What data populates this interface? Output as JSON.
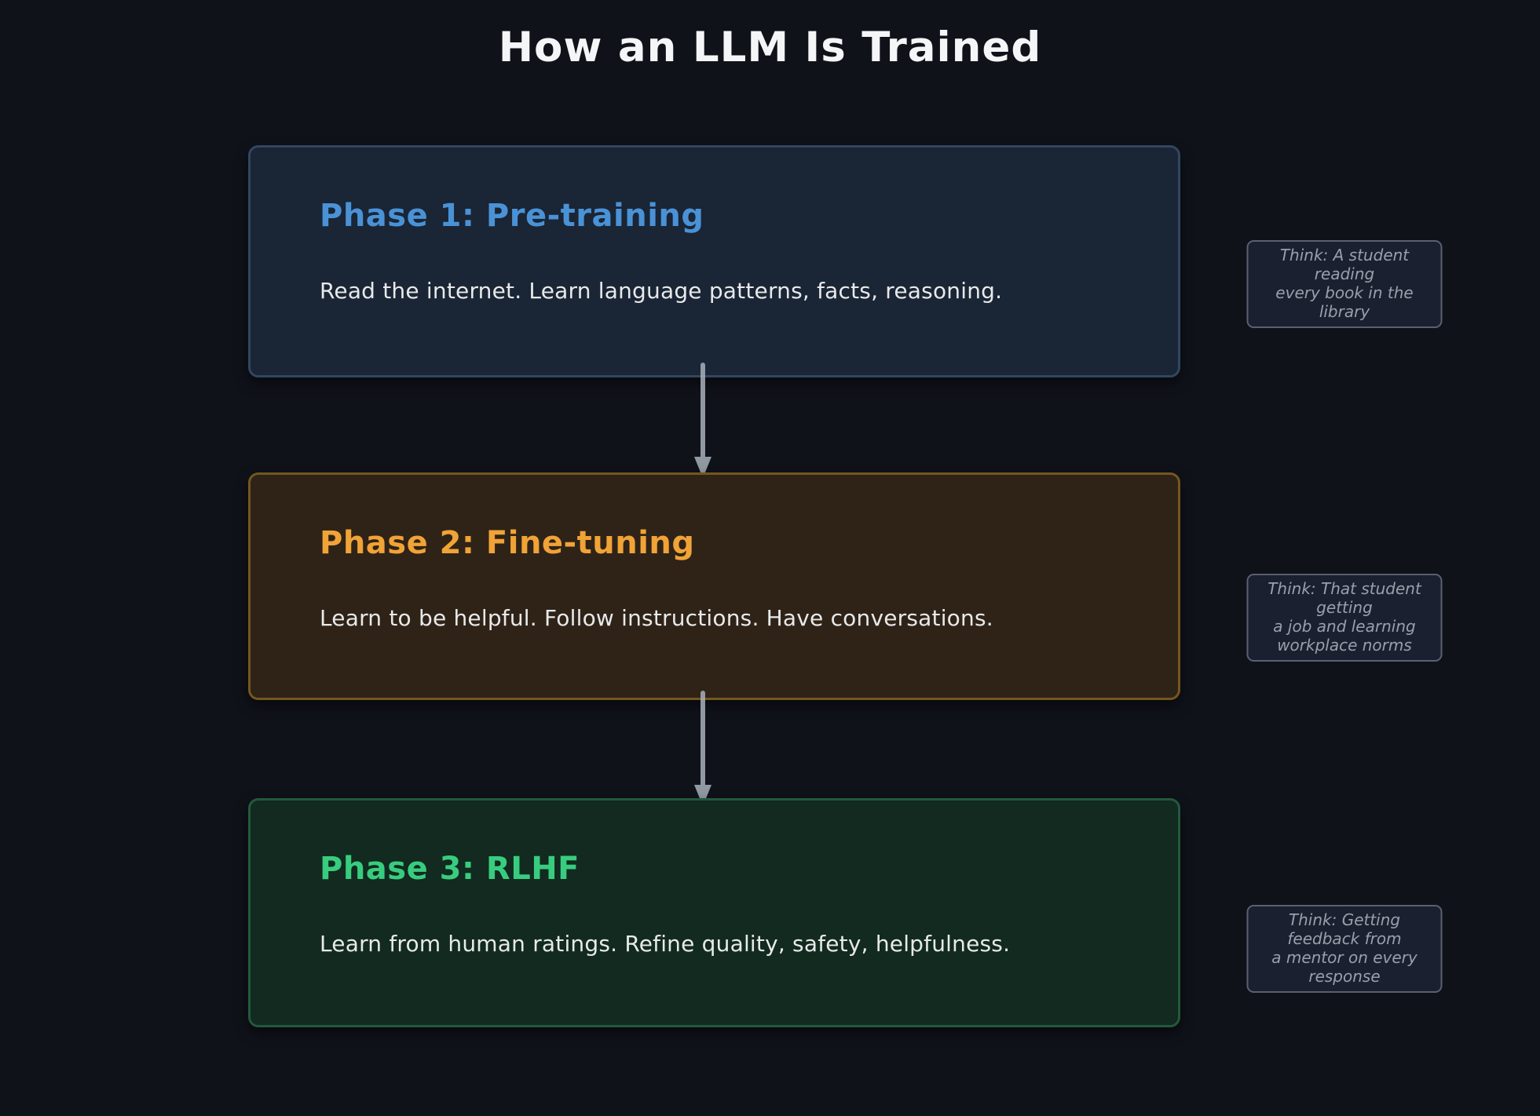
{
  "page": {
    "title": "How an LLM Is Trained",
    "background": "#10121a",
    "title_color": "#f4f5f7"
  },
  "arrow": {
    "color": "#a7b1b9"
  },
  "body_text_color": "#e8e9ea",
  "note_style": {
    "background": "#1b2030",
    "border": "#59606f",
    "text": "#97a0ab"
  },
  "phases": [
    {
      "heading": "Phase 1: Pre-training",
      "body": "Read the internet. Learn language patterns, facts, reasoning.",
      "accent": "#4a92d6",
      "fill": "#1a2535",
      "border": "#32465f",
      "note": "Think: A student reading\nevery book in the library"
    },
    {
      "heading": "Phase 2: Fine-tuning",
      "body": "Learn to be helpful. Follow instructions. Have conversations.",
      "accent": "#f0a336",
      "fill": "#2f2318",
      "border": "#74571f",
      "note": "Think: That student getting\na job and learning workplace norms"
    },
    {
      "heading": "Phase 3: RLHF",
      "body": "Learn from human ratings. Refine quality, safety, helpfulness.",
      "accent": "#38cd7e",
      "fill": "#122a20",
      "border": "#23593d",
      "note": "Think: Getting feedback from\na mentor on every response"
    }
  ]
}
